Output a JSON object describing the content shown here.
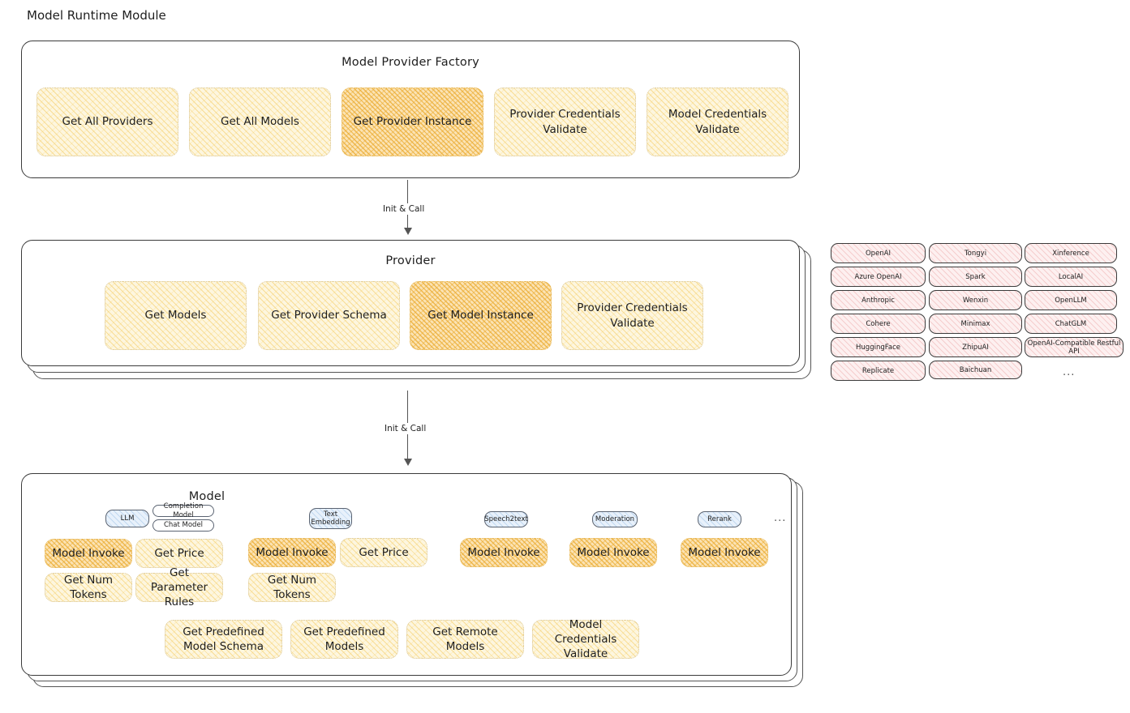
{
  "page": {
    "title": "Model Runtime Module"
  },
  "arrows": [
    {
      "label": "Init & Call"
    },
    {
      "label": "Init & Call"
    }
  ],
  "factory": {
    "title": "Model Provider Factory",
    "boxes": [
      {
        "label": "Get All Providers",
        "highlighted": false
      },
      {
        "label": "Get All Models",
        "highlighted": false
      },
      {
        "label": "Get Provider Instance",
        "highlighted": true
      },
      {
        "label": "Provider Credentials Validate",
        "highlighted": false
      },
      {
        "label": "Model Credentials Validate",
        "highlighted": false
      }
    ]
  },
  "provider": {
    "title": "Provider",
    "boxes": [
      {
        "label": "Get Models",
        "highlighted": false
      },
      {
        "label": "Get Provider Schema",
        "highlighted": false
      },
      {
        "label": "Get Model Instance",
        "highlighted": true
      },
      {
        "label": "Provider Credentials Validate",
        "highlighted": false
      }
    ]
  },
  "provider_list": {
    "ellipsis": "...",
    "columns": [
      {
        "items": [
          "OpenAI",
          "Azure OpenAI",
          "Anthropic",
          "Cohere",
          "HuggingFace",
          "Replicate"
        ]
      },
      {
        "items": [
          "Tongyi",
          "Spark",
          "Wenxin",
          "Minimax",
          "ZhipuAI",
          "Baichuan"
        ]
      },
      {
        "items": [
          "Xinference",
          "LocalAI",
          "OpenLLM",
          "ChatGLM",
          "OpenAI-Compatible Restful API"
        ]
      }
    ]
  },
  "model": {
    "title": "Model",
    "ellipsis": "...",
    "types": [
      {
        "badge": "LLM",
        "sub_badges": [
          "Completion Model",
          "Chat Model"
        ],
        "boxes": [
          {
            "label": "Model Invoke",
            "highlighted": true
          },
          {
            "label": "Get Price",
            "highlighted": false
          },
          {
            "label": "Get Num Tokens",
            "highlighted": false
          },
          {
            "label": "Get Parameter Rules",
            "highlighted": false
          }
        ]
      },
      {
        "badge": "Text Embedding",
        "sub_badges": [],
        "boxes": [
          {
            "label": "Model Invoke",
            "highlighted": true
          },
          {
            "label": "Get Price",
            "highlighted": false
          },
          {
            "label": "Get Num Tokens",
            "highlighted": false
          }
        ]
      },
      {
        "badge": "Speech2text",
        "sub_badges": [],
        "boxes": [
          {
            "label": "Model Invoke",
            "highlighted": true
          }
        ]
      },
      {
        "badge": "Moderation",
        "sub_badges": [],
        "boxes": [
          {
            "label": "Model Invoke",
            "highlighted": true
          }
        ]
      },
      {
        "badge": "Rerank",
        "sub_badges": [],
        "boxes": [
          {
            "label": "Model Invoke",
            "highlighted": true
          }
        ]
      }
    ],
    "common_boxes": [
      {
        "label": "Get Predefined Model Schema"
      },
      {
        "label": "Get Predefined Models"
      },
      {
        "label": "Get Remote Models"
      },
      {
        "label": "Model Credentials Validate"
      }
    ]
  }
}
